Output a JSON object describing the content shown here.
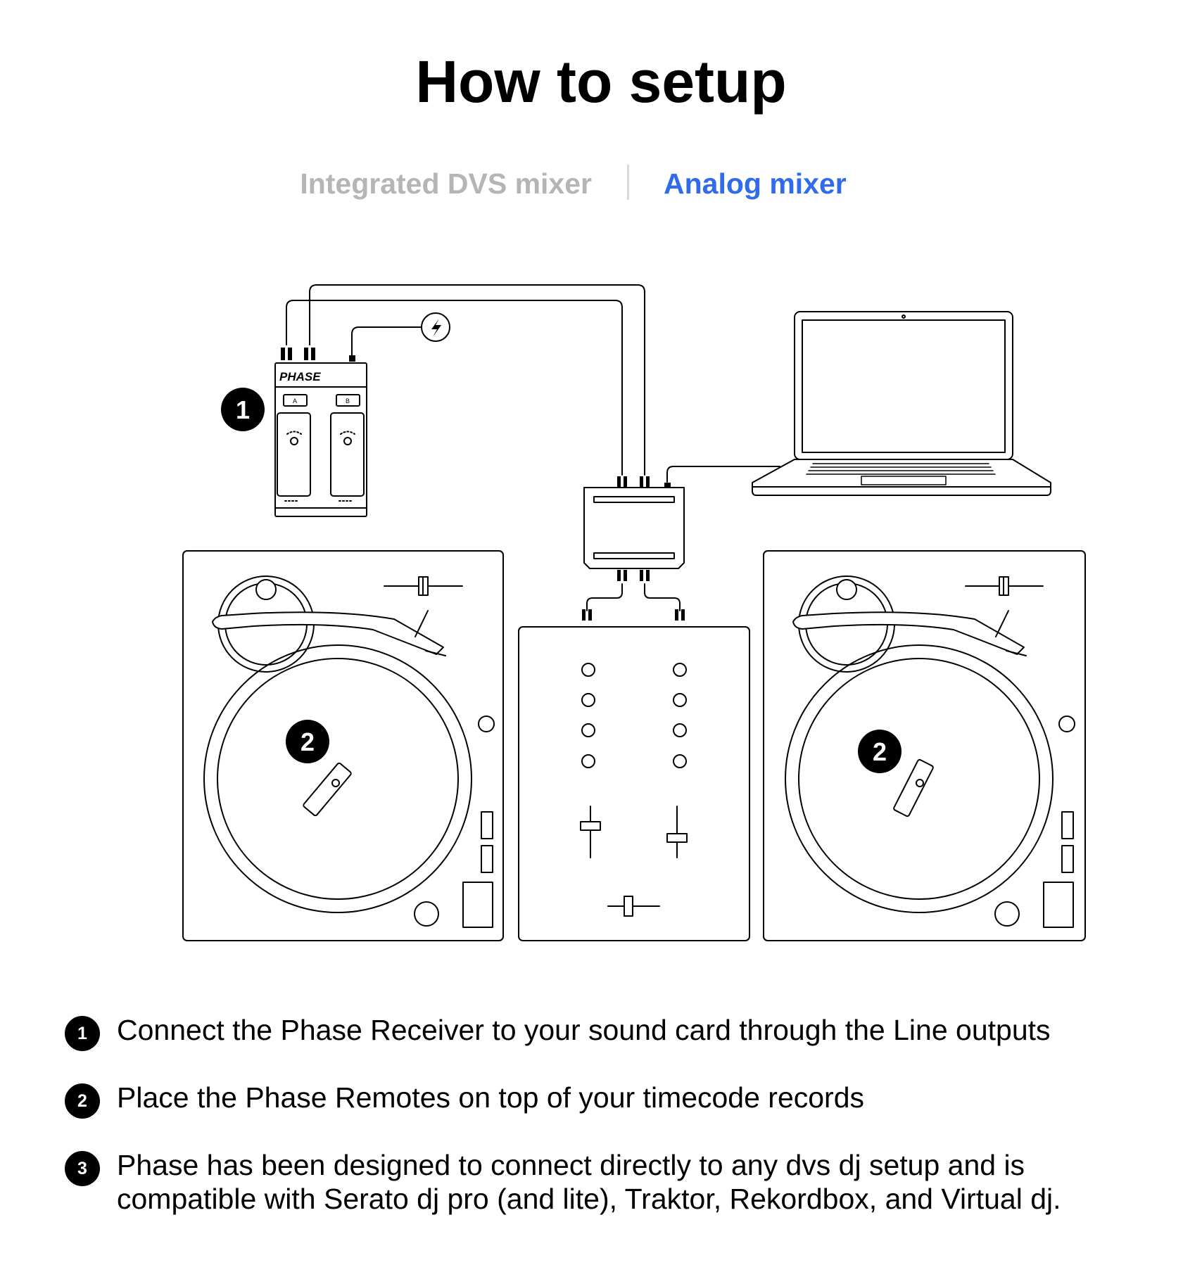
{
  "title": "How to setup",
  "tabs": {
    "integrated": "Integrated DVS mixer",
    "analog": "Analog mixer"
  },
  "colors": {
    "active_tab": "#2f6bea",
    "inactive_tab": "#b5b5b5",
    "line": "#000000"
  },
  "diagram": {
    "receiver_brand": "PHASE",
    "receiver_slot_a": "A",
    "receiver_slot_b": "B",
    "callout_receiver": "1",
    "callout_left_turntable": "2",
    "callout_right_turntable": "2",
    "power_icon": "lightning-bolt-icon"
  },
  "steps": [
    {
      "number": "1",
      "text": "Connect the Phase Receiver to your sound card through the Line outputs"
    },
    {
      "number": "2",
      "text": "Place the Phase Remotes on top of your timecode records"
    },
    {
      "number": "3",
      "text": "Phase has been designed to connect directly to any dvs dj setup and is compatible with Serato dj pro (and lite), Traktor, Rekordbox, and Virtual dj."
    }
  ]
}
